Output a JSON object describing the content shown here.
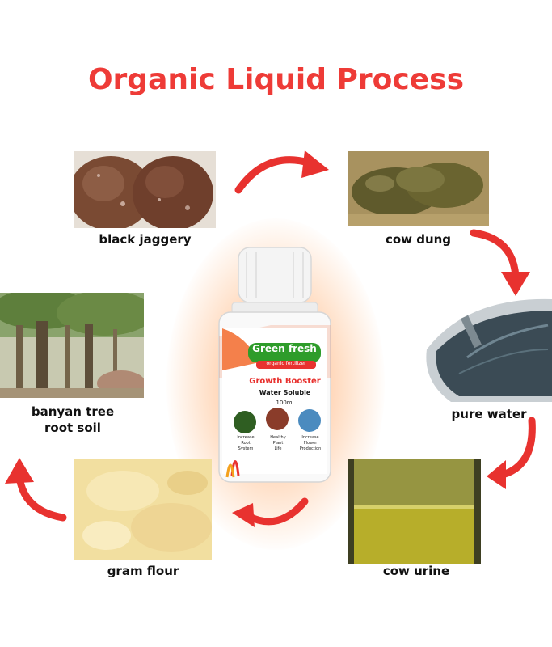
{
  "title": "Organic Liquid Process",
  "steps": [
    {
      "label": "black jaggery"
    },
    {
      "label": "cow dung"
    },
    {
      "label": "pure water"
    },
    {
      "label": "cow urine"
    },
    {
      "label": "gram flour"
    },
    {
      "label_line1": "banyan tree",
      "label_line2": "root soil"
    }
  ],
  "bottle": {
    "brand": "Green fresh",
    "tagline": "organic fertilizer",
    "product": "Growth Booster",
    "type": "Water Soluble",
    "volume": "100ml",
    "benefits": [
      {
        "line1": "Increase",
        "line2": "Root",
        "line3": "System"
      },
      {
        "line1": "Healthy",
        "line2": "Plant",
        "line3": "Life"
      },
      {
        "line1": "Increase",
        "line2": "Flower",
        "line3": "Production"
      }
    ]
  },
  "colors": {
    "title": "#ee3b37",
    "arrow": "#e8322f",
    "brand_green": "#2e9c2a",
    "label_red": "#d92b26"
  }
}
